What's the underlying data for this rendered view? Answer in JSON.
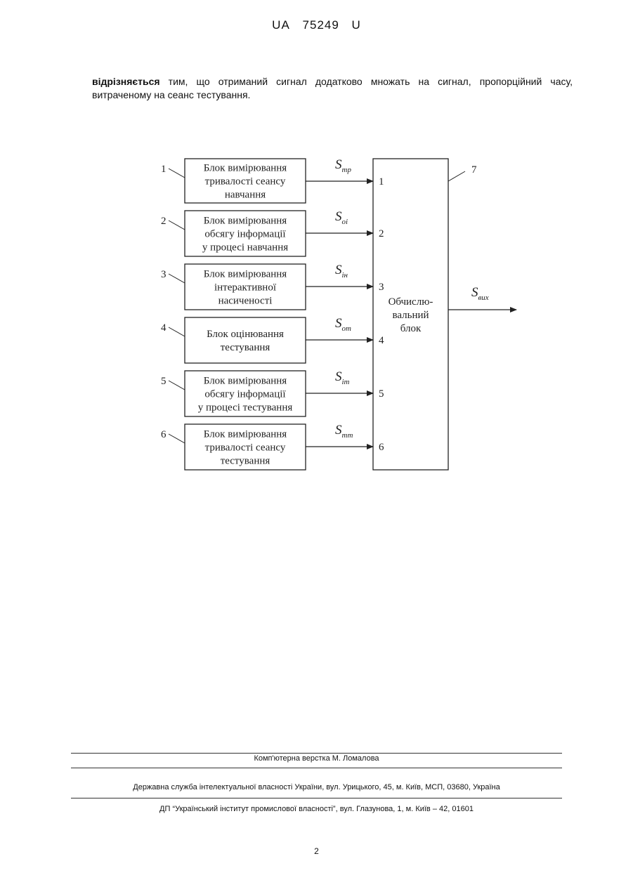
{
  "header": {
    "office": "UA",
    "number": "75249",
    "kind": "U"
  },
  "claim": {
    "bold_lead": "відрізняється",
    "text": " тим, що отриманий сигнал додатково множать на сигнал, пропорційний часу, витраченому на сеанс тестування."
  },
  "diagram": {
    "blocks": [
      {
        "ref": "1",
        "lines": [
          "Блок вимірювання",
          "тривалості сеансу",
          "навчання"
        ],
        "signal_base": "S",
        "signal_sub": "тр",
        "input": "1"
      },
      {
        "ref": "2",
        "lines": [
          "Блок вимірювання",
          "обсягу інформації",
          "у процесі навчання"
        ],
        "signal_base": "S",
        "signal_sub": "оі",
        "input": "2"
      },
      {
        "ref": "3",
        "lines": [
          "Блок вимірювання",
          "інтерактивної",
          "насиченості"
        ],
        "signal_base": "S",
        "signal_sub": "ін",
        "input": "3"
      },
      {
        "ref": "4",
        "lines": [
          "Блок оцінювання",
          "тестування"
        ],
        "signal_base": "S",
        "signal_sub": "от",
        "input": "4"
      },
      {
        "ref": "5",
        "lines": [
          "Блок вимірювання",
          "обсягу інформації",
          "у процесі тестування"
        ],
        "signal_base": "S",
        "signal_sub": "іт",
        "input": "5"
      },
      {
        "ref": "6",
        "lines": [
          "Блок вимірювання",
          "тривалості сеансу",
          "тестування"
        ],
        "signal_base": "S",
        "signal_sub": "тт",
        "input": "6"
      }
    ],
    "compute_block": {
      "ref": "7",
      "lines": [
        "Обчислю-",
        "вальний",
        "блок"
      ]
    },
    "output_signal": {
      "base": "S",
      "sub": "вих"
    }
  },
  "footer": {
    "layout": "Комп'ютерна верстка М. Ломалова",
    "agency": "Державна служба інтелектуальної власності України, вул. Урицького, 45, м. Київ, МСП, 03680, Україна",
    "institute": "ДП “Український інститут промислової власності”, вул. Глазунова, 1, м. Київ – 42, 01601"
  },
  "page_number": "2"
}
